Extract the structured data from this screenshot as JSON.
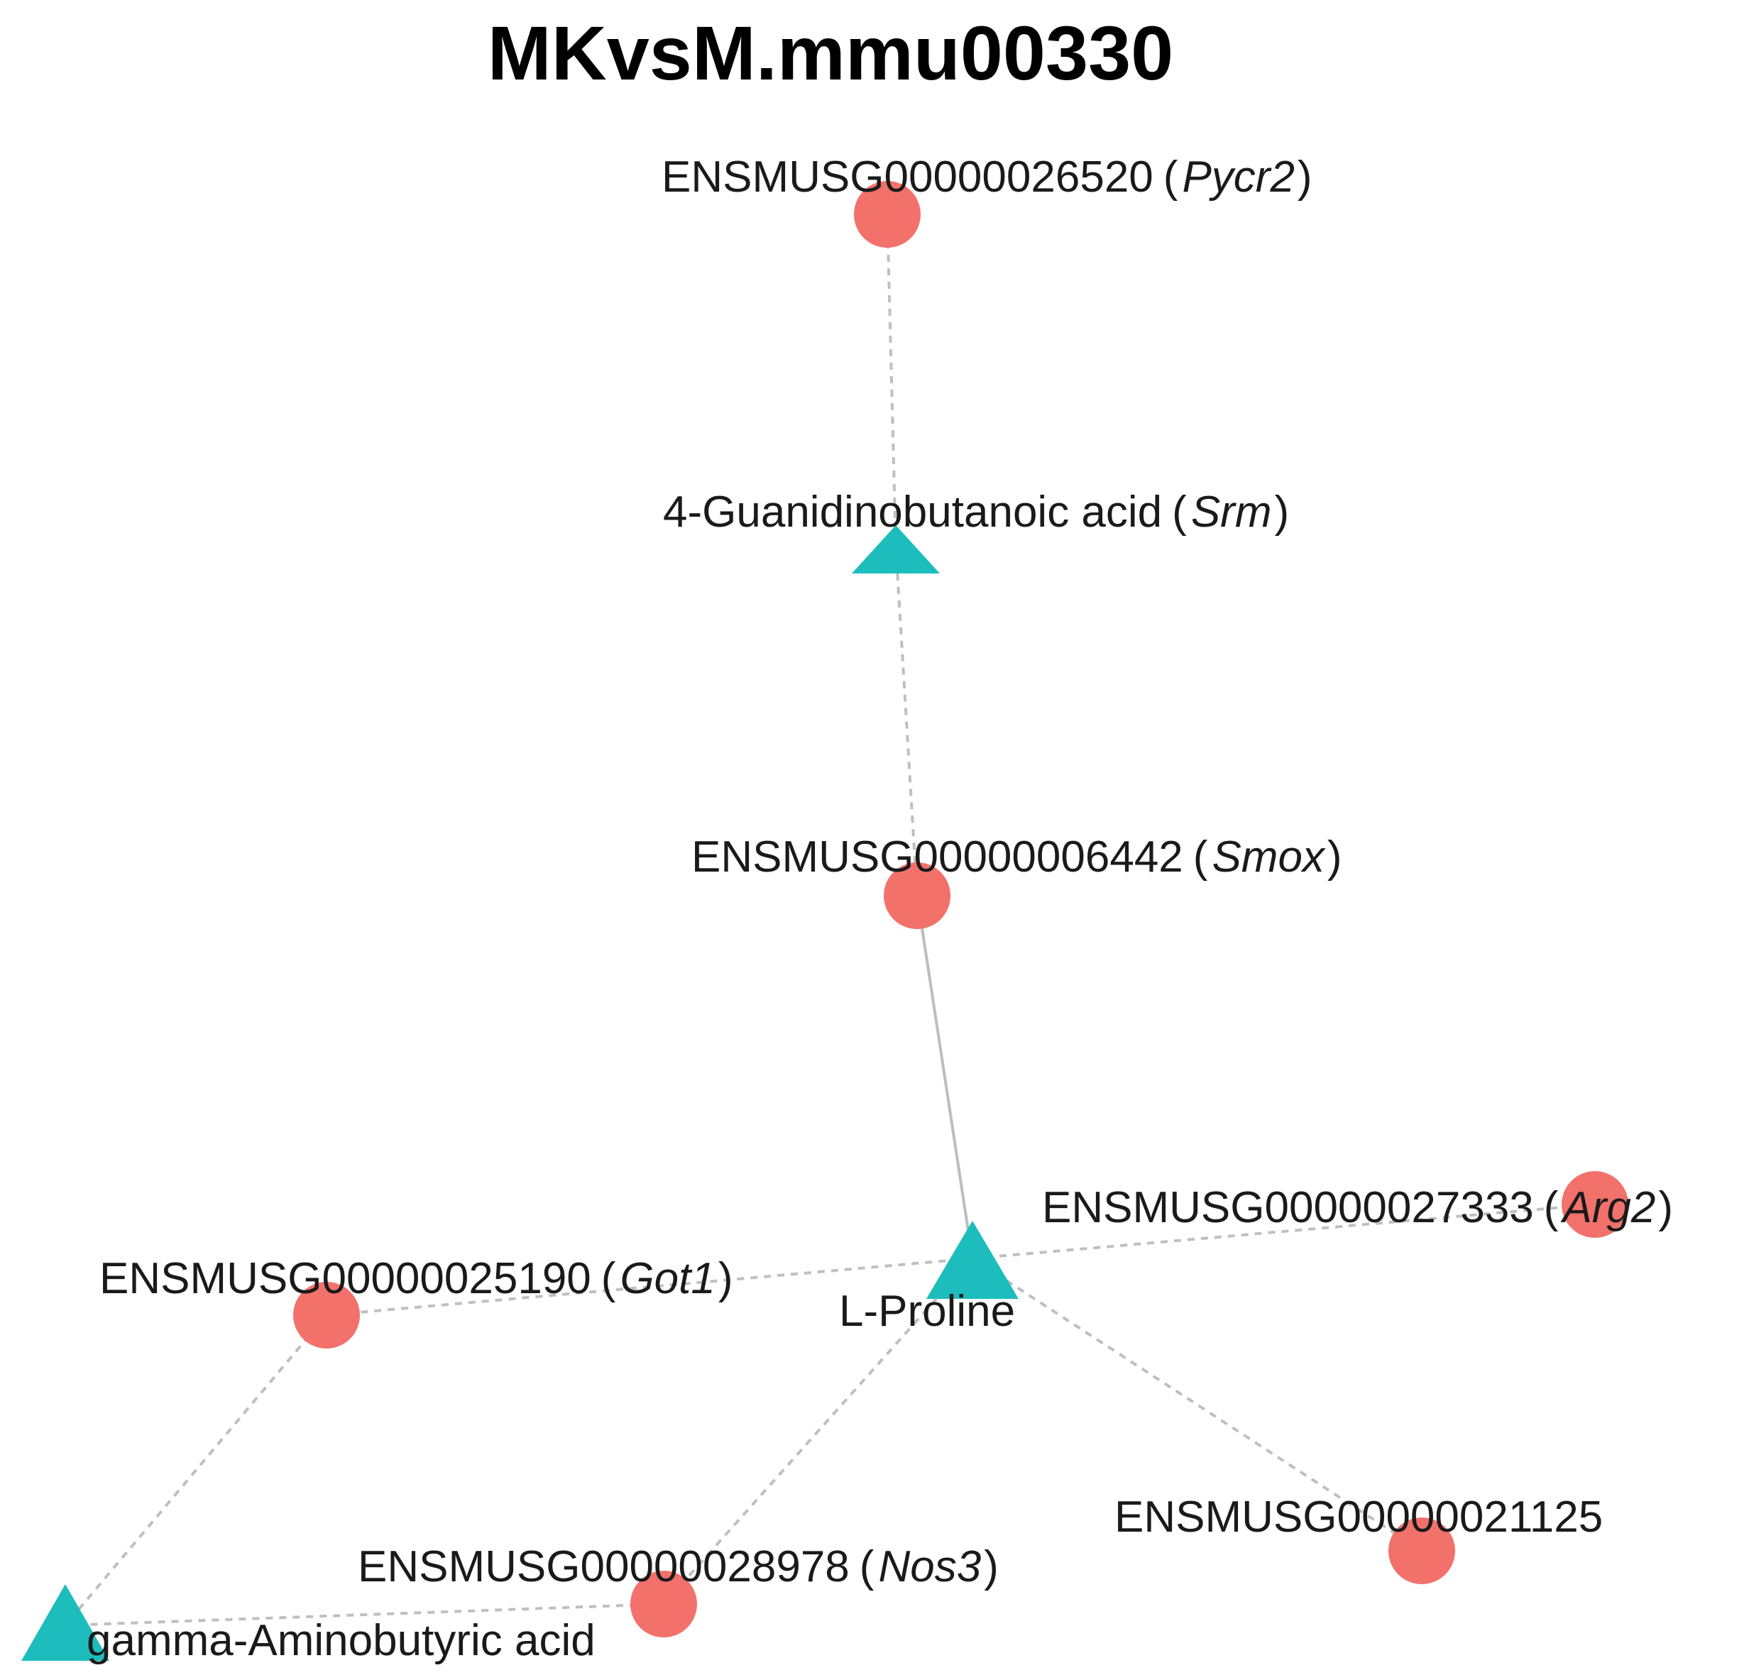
{
  "title": "MKvsM.mmu00330",
  "colors": {
    "gene": "#f2716b",
    "compound": "#1dbdbd",
    "edge": "#bfbfbf"
  },
  "nodes": {
    "pycr2": {
      "type": "gene",
      "id": "ENSMUSG00000026520",
      "symbol": "Pycr2"
    },
    "guanidino": {
      "type": "compound",
      "name": "4-Guanidinobutanoic acid",
      "symbol": "Srm"
    },
    "smox": {
      "type": "gene",
      "id": "ENSMUSG00000006442",
      "symbol": "Smox"
    },
    "arg2": {
      "type": "gene",
      "id": "ENSMUSG00000027333",
      "symbol": "Arg2"
    },
    "proline": {
      "type": "compound",
      "name": "L-Proline"
    },
    "got1": {
      "type": "gene",
      "id": "ENSMUSG00000025190",
      "symbol": "Got1"
    },
    "gene21125": {
      "type": "gene",
      "id": "ENSMUSG00000021125"
    },
    "nos3": {
      "type": "gene",
      "id": "ENSMUSG00000028978",
      "symbol": "Nos3"
    },
    "gaba": {
      "type": "compound",
      "name": "gamma-Aminobutyric acid"
    }
  },
  "paren_open": "(",
  "paren_close": ")"
}
